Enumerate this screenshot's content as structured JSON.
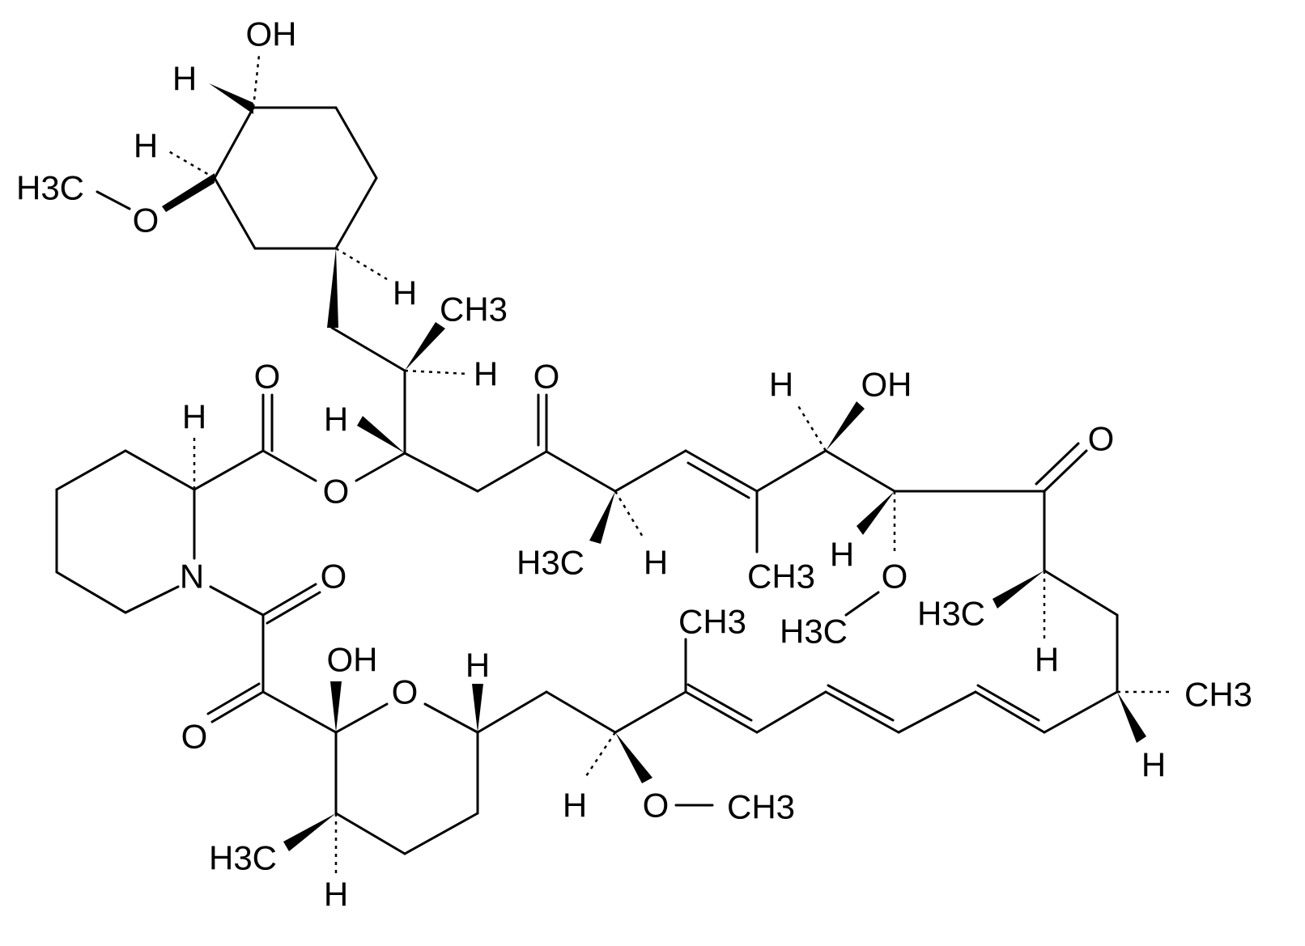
{
  "molecule": {
    "name_shown": "",
    "atom_labels": {
      "oh_top": "OH",
      "h_c1": "H",
      "h_c2": "H",
      "o_methoxy_top": "O",
      "h3c_top": "H3C",
      "h_c4": "H",
      "ch3_c1": "CH3",
      "h_c2b": "H",
      "o_ester_carbonyl": "O",
      "o_ketone1": "O",
      "h_pip": "H",
      "h_c3": "H",
      "o_ester": "O",
      "h_c5": "H",
      "oh_mid": "OH",
      "o_ketone2": "O",
      "h3c_mid1": "H3C",
      "h_c6": "H",
      "ch3_mid": "CH3",
      "h_c7": "H",
      "o_methoxy_mid": "O",
      "h3c_mid2": "H3C",
      "h3c_mid3": "H3C",
      "h_c8": "H",
      "ch3_right": "CH3",
      "h_c9": "H",
      "n_pip": "N",
      "o_amide": "O",
      "ch3_triene": "CH3",
      "oh_hemiketal": "OH",
      "h_c10": "H",
      "o_pyran": "O",
      "o_ketoamide": "O",
      "h_c11": "H",
      "o_methoxy_bottom": "O",
      "ch3_methoxy_bottom": "CH3",
      "h3c_bottom": "H3C",
      "h_c12": "H"
    }
  }
}
